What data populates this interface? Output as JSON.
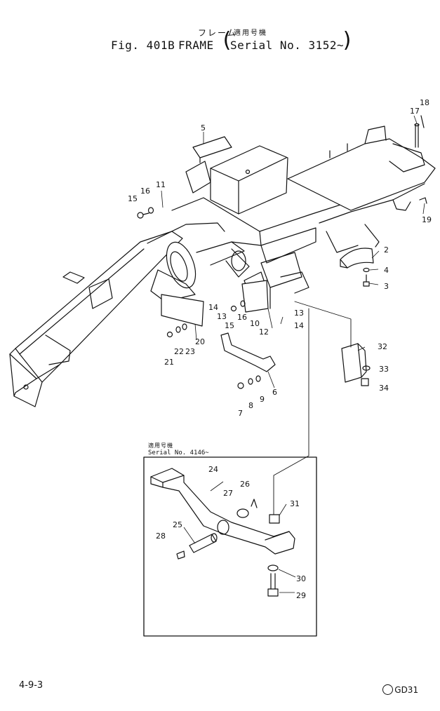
{
  "title": {
    "jp": "フレーム",
    "jp_serial": "適用号機",
    "fig": "Fig. 401B",
    "name": "FRAME",
    "serial": "Serial No. 3152~"
  },
  "inset": {
    "jp": "適用号機",
    "serial": "Serial No. 4146~"
  },
  "footer": {
    "page": "4-9-3",
    "model": "GD31"
  },
  "callouts": [
    {
      "id": "c2",
      "text": "2"
    },
    {
      "id": "c3",
      "text": "3"
    },
    {
      "id": "c4",
      "text": "4"
    },
    {
      "id": "c5",
      "text": "5"
    },
    {
      "id": "c6",
      "text": "6"
    },
    {
      "id": "c7",
      "text": "7"
    },
    {
      "id": "c8",
      "text": "8"
    },
    {
      "id": "c9",
      "text": "9"
    },
    {
      "id": "c10",
      "text": "10"
    },
    {
      "id": "c11",
      "text": "11"
    },
    {
      "id": "c12",
      "text": "12"
    },
    {
      "id": "c13a",
      "text": "13"
    },
    {
      "id": "c13b",
      "text": "13"
    },
    {
      "id": "c14a",
      "text": "14"
    },
    {
      "id": "c14b",
      "text": "14"
    },
    {
      "id": "c15a",
      "text": "15"
    },
    {
      "id": "c15b",
      "text": "15"
    },
    {
      "id": "c16a",
      "text": "16"
    },
    {
      "id": "c16b",
      "text": "16"
    },
    {
      "id": "c17",
      "text": "17"
    },
    {
      "id": "c18",
      "text": "18"
    },
    {
      "id": "c19",
      "text": "19"
    },
    {
      "id": "c20",
      "text": "20"
    },
    {
      "id": "c21",
      "text": "21"
    },
    {
      "id": "c22",
      "text": "22"
    },
    {
      "id": "c23",
      "text": "23"
    },
    {
      "id": "c24",
      "text": "24"
    },
    {
      "id": "c25",
      "text": "25"
    },
    {
      "id": "c26",
      "text": "26"
    },
    {
      "id": "c27",
      "text": "27"
    },
    {
      "id": "c28",
      "text": "28"
    },
    {
      "id": "c29",
      "text": "29"
    },
    {
      "id": "c30",
      "text": "30"
    },
    {
      "id": "c31",
      "text": "31"
    },
    {
      "id": "c32",
      "text": "32"
    },
    {
      "id": "c33",
      "text": "33"
    },
    {
      "id": "c34",
      "text": "34"
    }
  ]
}
